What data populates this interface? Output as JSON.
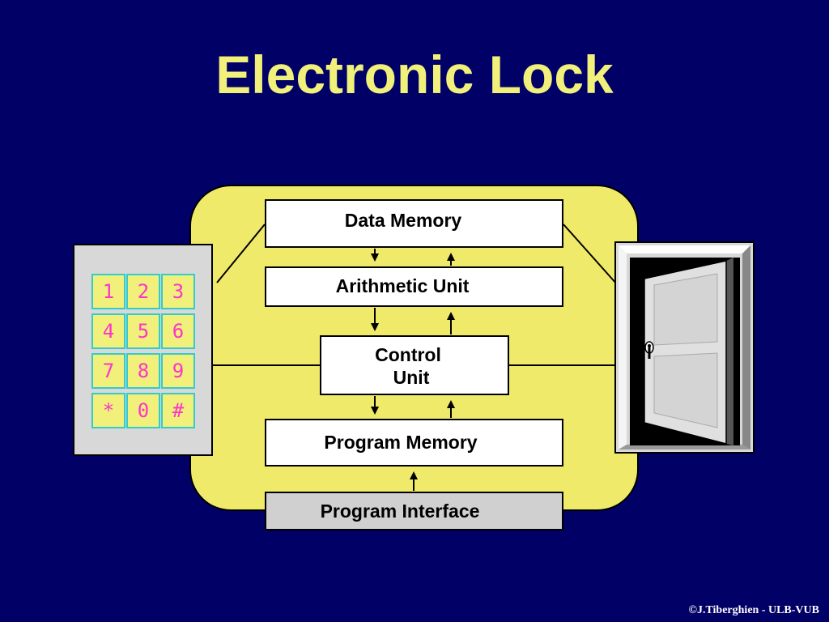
{
  "title": "Electronic Lock",
  "colors": {
    "background": "#000066",
    "title": "#F0F07A",
    "board": "#F0EA6A",
    "keypad_body": "#D8D8D8",
    "key_fill": "#F0F07A",
    "key_border": "#33CCCC",
    "key_text": "#FF33CC",
    "interface_fill": "#D0D0D0"
  },
  "blocks": {
    "data_memory": "Data Memory",
    "arithmetic_unit": "Arithmetic Unit",
    "control_unit_line1": "Control",
    "control_unit_line2": "Unit",
    "program_memory": "Program Memory",
    "program_interface": "Program Interface"
  },
  "keypad": {
    "keys": [
      "1",
      "2",
      "3",
      "4",
      "5",
      "6",
      "7",
      "8",
      "9",
      "*",
      "0",
      "#"
    ]
  },
  "door": {
    "icon": "door-open-icon"
  },
  "copyright": "©J.Tiberghien - ULB-VUB"
}
